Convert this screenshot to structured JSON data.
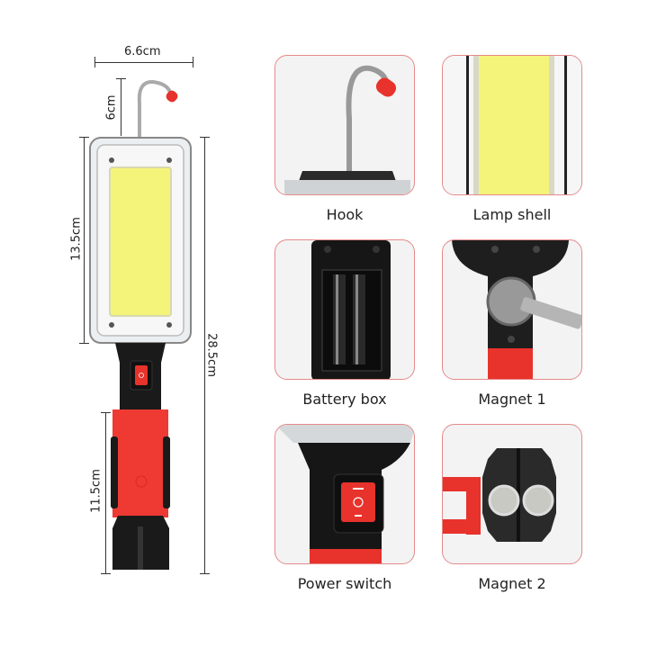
{
  "dimensions": {
    "width": "6.6cm",
    "hook_height": "6cm",
    "lamp_height": "13.5cm",
    "total_height": "28.5cm",
    "handle_height": "11.5cm"
  },
  "panels": [
    {
      "label": "Hook"
    },
    {
      "label": "Lamp shell"
    },
    {
      "label": "Battery box"
    },
    {
      "label": "Magnet 1"
    },
    {
      "label": "Power switch"
    },
    {
      "label": "Magnet 2"
    }
  ],
  "colors": {
    "accent_red": "#e8322c",
    "cob_yellow": "#f4f47a",
    "panel_border": "#e58a8a",
    "body_black": "#1a1a1a"
  }
}
